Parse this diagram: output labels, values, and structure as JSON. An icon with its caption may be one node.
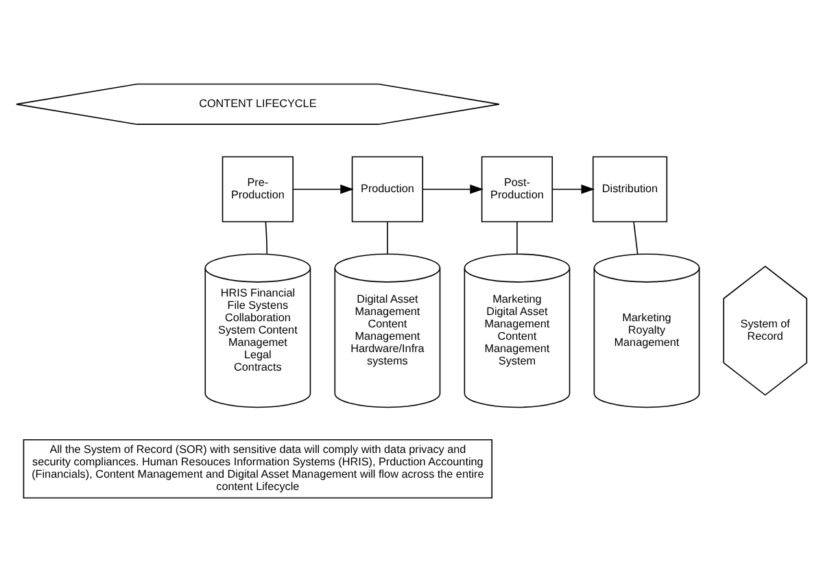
{
  "diagram": {
    "nodes": [
      {
        "text": [
          "CONTENT LIFECYCLE"
        ]
      },
      {
        "text": [
          "Pre-Production"
        ]
      },
      {
        "text": [
          "Production"
        ]
      },
      {
        "text": [
          "Post-Production"
        ]
      },
      {
        "text": [
          "Distribution"
        ]
      },
      {
        "text": [
          "HRIS Financial File Systens Collaboration System Content Managemet Legal Contracts"
        ]
      },
      {
        "text": [
          "Digital Asset Management Content Management Hardware/Infra systems"
        ]
      },
      {
        "text": [
          "Marketing Digital Asset Management Content Management System"
        ]
      },
      {
        "text": [
          "Marketing Royalty Management"
        ]
      },
      {
        "text": [
          "System of Record"
        ]
      },
      {
        "text": [
          "All the System of Record (SOR) with sensitive data will comply with data privacy and security compliances. Human Resouces Information Systems (HRIS), Prduction Accounting (Financials), Content Management and Digital Asset Management will flow across the entire content Lifecycle"
        ]
      }
    ],
    "edges": [
      {
        "from": 1,
        "to": 2,
        "arrow": "to"
      },
      {
        "from": 2,
        "to": 3,
        "arrow": "to"
      },
      {
        "from": 3,
        "to": 4,
        "arrow": "to"
      },
      {
        "from": 1,
        "to": 5,
        "arrow": "none"
      },
      {
        "from": 2,
        "to": 6,
        "arrow": "none"
      },
      {
        "from": 3,
        "to": 7,
        "arrow": "none"
      },
      {
        "from": 4,
        "to": 8,
        "arrow": "none"
      }
    ]
  }
}
